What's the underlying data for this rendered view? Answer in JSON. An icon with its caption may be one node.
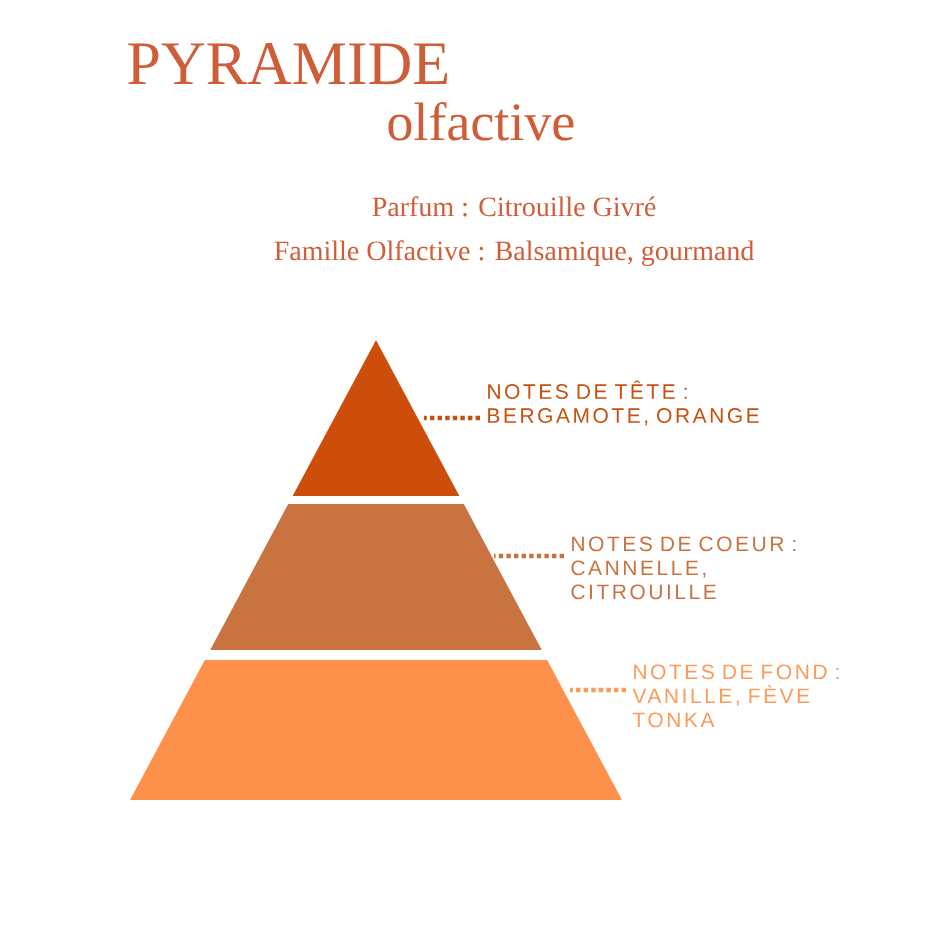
{
  "diagram": {
    "title": "PYRAMIDE olfactive",
    "nodes": [
      {
        "text": [],
        "shape": "triangle"
      },
      {
        "text": [],
        "shape": "trapezoid"
      },
      {
        "text": [],
        "shape": "trapezoid"
      },
      {
        "text": [
          "NOTES DE TÊTE :",
          "BERGAMOTE, ORANGE"
        ]
      },
      {
        "text": [
          "NOTES DE COEUR :",
          "CANNELLE, CITROUILLE"
        ]
      },
      {
        "text": [
          "NOTES DE FOND :",
          "VANILLE, FÈVE TONKA"
        ]
      }
    ],
    "edges": [
      {
        "from": 3,
        "to": 0,
        "arrow": "none",
        "style": "dashed"
      },
      {
        "from": 4,
        "to": 1,
        "arrow": "none",
        "style": "dashed"
      },
      {
        "from": 5,
        "to": 2,
        "arrow": "none",
        "style": "dashed"
      }
    ],
    "labels": [
      "Parfum : Citrouille Givré",
      "Famille Olfactive : Balsamique, gourmand"
    ]
  }
}
